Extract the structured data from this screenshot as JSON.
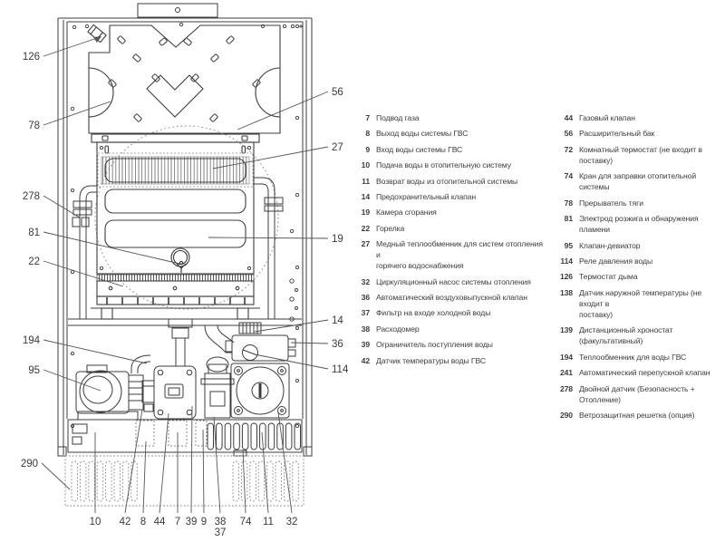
{
  "diagram": {
    "description": "Gas boiler exploded parts diagram",
    "callouts": {
      "left": [
        "126",
        "78",
        "278",
        "81",
        "22",
        "194",
        "95",
        "290"
      ],
      "right": [
        "56",
        "27",
        "19",
        "14",
        "36",
        "114"
      ],
      "bottom": [
        "10",
        "42",
        "8",
        "44",
        "7",
        "39",
        "9",
        "38",
        "74",
        "11",
        "32"
      ],
      "bottom_second": "37"
    }
  },
  "legend": {
    "col1": [
      {
        "num": "7",
        "text": "Подвод газа"
      },
      {
        "num": "8",
        "text": "Выход воды системы ГВС"
      },
      {
        "num": "9",
        "text": "Вход воды системы ГВС"
      },
      {
        "num": "10",
        "text": "Подача воды в отопительную систему"
      },
      {
        "num": "11",
        "text": "Возврат воды из отопительной системы"
      },
      {
        "num": "14",
        "text": "Предохранительный клапан"
      },
      {
        "num": "19",
        "text": "Камера сгорания"
      },
      {
        "num": "22",
        "text": "Горелка"
      },
      {
        "num": "27",
        "text": "Медный теплообменник для систем отопления и\nгорячего водоснабжения"
      },
      {
        "num": "32",
        "text": "Циркуляционный насос системы отопления"
      },
      {
        "num": "36",
        "text": "Автоматический воздуховыпускной клапан"
      },
      {
        "num": "37",
        "text": "Фильтр на входе холодной воды"
      },
      {
        "num": "38",
        "text": "Расходомер"
      },
      {
        "num": "39",
        "text": "Ограничитель поступления воды"
      },
      {
        "num": "42",
        "text": "Датчик температуры воды ГВС"
      }
    ],
    "col2": [
      {
        "num": "44",
        "text": "Газовый клапан"
      },
      {
        "num": "56",
        "text": "Расширительный бак"
      },
      {
        "num": "72",
        "text": "Комнатный термостат (не входит в поставку)"
      },
      {
        "num": "74",
        "text": "Кран для заправки отопительной системы"
      },
      {
        "num": "78",
        "text": "Прерыватель тяги"
      },
      {
        "num": "81",
        "text": "Электрод розжига и обнаружения пламени"
      },
      {
        "num": "95",
        "text": "Клапан-девиатор"
      },
      {
        "num": "114",
        "text": "Реле давления воды"
      },
      {
        "num": "126",
        "text": "Термостат дыма"
      },
      {
        "num": "138",
        "text": "Датчик наружной температуры (не входит в\nпоставку)"
      },
      {
        "num": "139",
        "text": "Дистанционный хроностат (факультативный)"
      },
      {
        "num": "194",
        "text": "Теплообменник для воды ГВС"
      },
      {
        "num": "241",
        "text": "Автоматический перепускной клапан"
      },
      {
        "num": "278",
        "text": "Двойной датчик (Безопасность + Отопление)"
      },
      {
        "num": "290",
        "text": "Ветрозащитная решетка (опция)"
      }
    ]
  }
}
